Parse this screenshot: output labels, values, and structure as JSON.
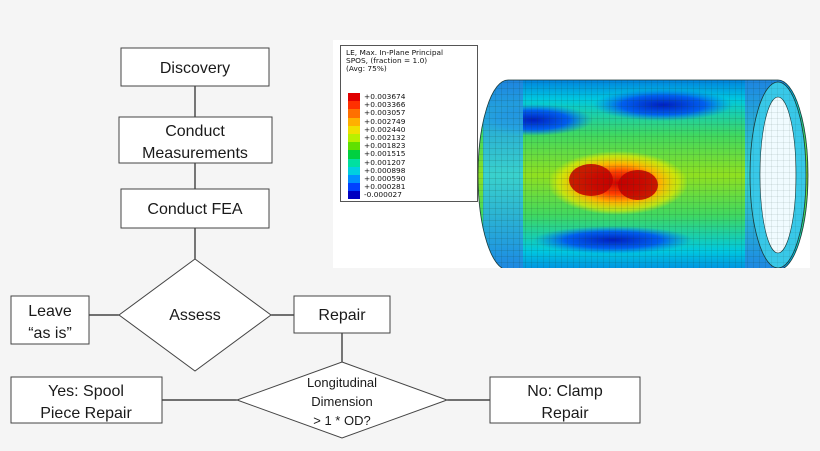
{
  "flowchart": {
    "discovery": "Discovery",
    "measure": [
      "Conduct",
      "Measurements"
    ],
    "fea": "Conduct FEA",
    "assess": "Assess",
    "leave": [
      "Leave",
      "“as is”"
    ],
    "repair": "Repair",
    "decision": [
      "Longitudinal",
      "Dimension",
      "> 1 * OD?"
    ],
    "yes": [
      "Yes: Spool",
      "Piece Repair"
    ],
    "no": [
      "No: Clamp",
      "Repair"
    ]
  },
  "fea_legend": {
    "header": [
      "LE, Max. In-Plane Principal",
      "SPOS, (fraction = 1.0)",
      "(Avg: 75%)"
    ],
    "levels": [
      {
        "value": "+0.003674",
        "color": "#e00000"
      },
      {
        "value": "+0.003366",
        "color": "#ff3000"
      },
      {
        "value": "+0.003057",
        "color": "#ff7000"
      },
      {
        "value": "+0.002749",
        "color": "#ffb000"
      },
      {
        "value": "+0.002440",
        "color": "#f0e000"
      },
      {
        "value": "+0.002132",
        "color": "#b8f000"
      },
      {
        "value": "+0.001823",
        "color": "#60e000"
      },
      {
        "value": "+0.001515",
        "color": "#00d040"
      },
      {
        "value": "+0.001207",
        "color": "#00e0a0"
      },
      {
        "value": "+0.000898",
        "color": "#00d0e0"
      },
      {
        "value": "+0.000590",
        "color": "#0090ff"
      },
      {
        "value": "+0.000281",
        "color": "#0040ff"
      },
      {
        "value": "-0.000027",
        "color": "#0000c0"
      }
    ]
  }
}
